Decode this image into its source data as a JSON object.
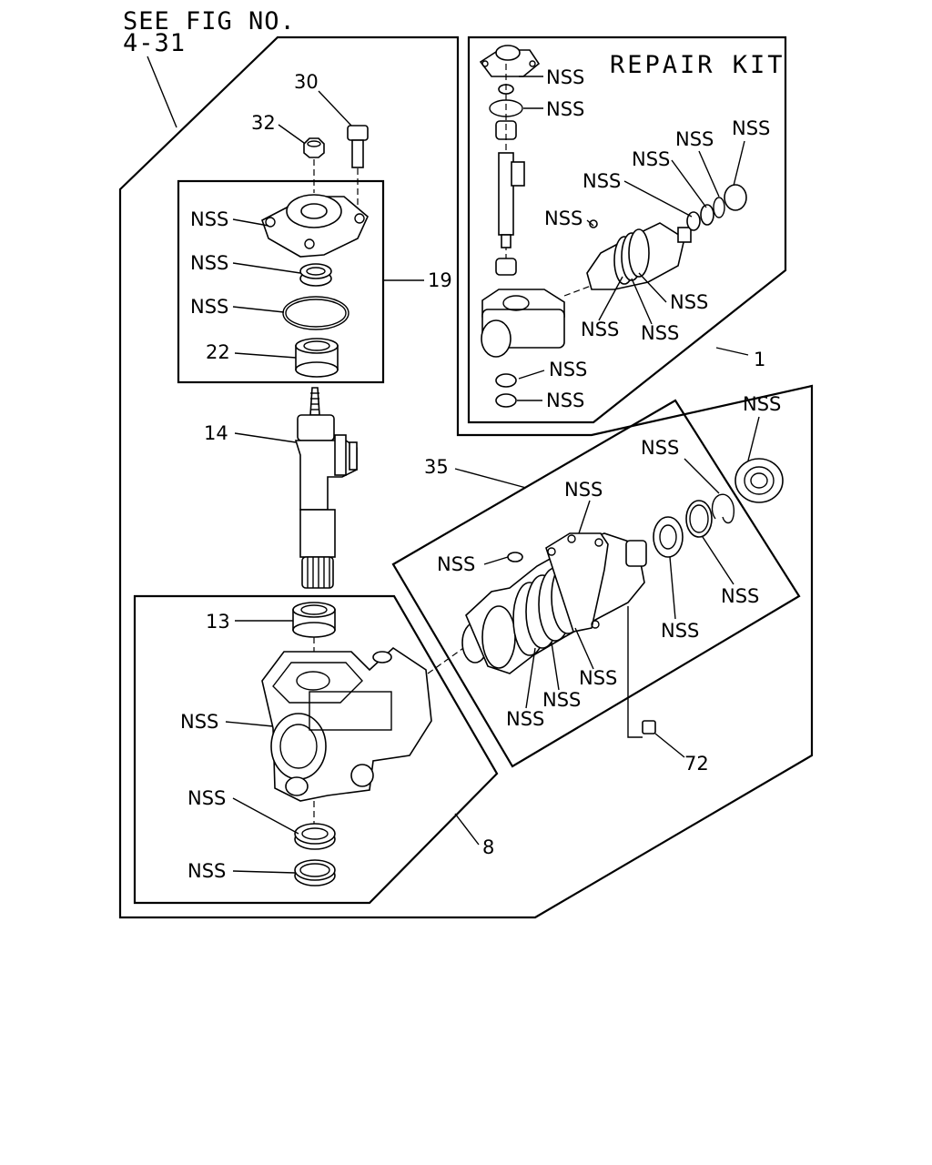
{
  "header": {
    "line1": "SEE FIG NO.",
    "line2": "4-31"
  },
  "repair_kit": {
    "title": "REPAIR KIT",
    "ref": "1",
    "nss_labels": [
      "NSS",
      "NSS",
      "NSS",
      "NSS",
      "NSS",
      "NSS",
      "NSS",
      "NSS",
      "NSS",
      "NSS",
      "NSS"
    ]
  },
  "callouts": {
    "c30": "30",
    "c32": "32",
    "c19": "19",
    "c22": "22",
    "c14": "14",
    "c13": "13",
    "c35": "35",
    "c8": "8",
    "c72": "72"
  },
  "cover_group": {
    "nss_labels": [
      "NSS",
      "NSS",
      "NSS"
    ]
  },
  "housing_group": {
    "nss_labels": [
      "NSS",
      "NSS",
      "NSS"
    ]
  },
  "valve_group": {
    "nss_labels": [
      "NSS",
      "NSS",
      "NSS",
      "NSS",
      "NSS",
      "NSS",
      "NSS",
      "NSS",
      "NSS"
    ]
  }
}
